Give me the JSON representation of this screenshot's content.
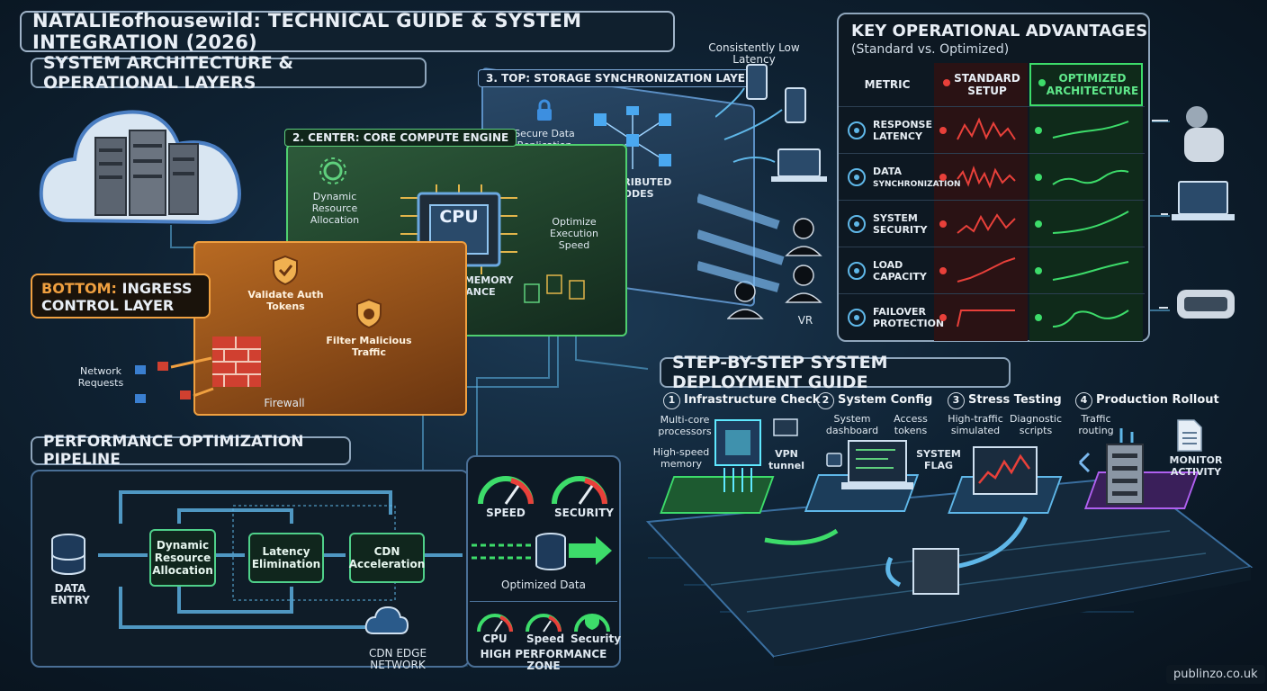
{
  "title": "NATALIEofhousewild: TECHNICAL GUIDE & SYSTEM INTEGRATION (2026)",
  "architecture": {
    "heading": "SYSTEM ARCHITECTURE & OPERATIONAL LAYERS",
    "bottom_layer": {
      "title_prefix": "BOTTOM:",
      "title_rest": " INGRESS",
      "title_line2": "CONTROL LAYER",
      "validate": "Validate Auth Tokens",
      "filter": "Filter Malicious Traffic",
      "firewall": "Firewall",
      "network_requests": "Network Requests"
    },
    "center_layer": {
      "title": "2. CENTER: CORE COMPUTE ENGINE",
      "dynamic": "Dynamic Resource Allocation",
      "cpu": "CPU",
      "optimize": "Optimize Execution Speed",
      "balance": "CPU & MEMORY BALANCE"
    },
    "top_layer": {
      "title": "3. TOP: STORAGE SYNCHRONIZATION LAYER",
      "replication": "Secure Data Replication",
      "nodes": "DISTRIBUTED NODES"
    },
    "low_latency": "Consistently Low Latency",
    "vr": "VR"
  },
  "advantages": {
    "title": "KEY OPERATIONAL ADVANTAGES",
    "subtitle": "(Standard vs. Optimized)",
    "col_metric": "METRIC",
    "col_standard": "STANDARD SETUP",
    "col_optimized": "OPTIMIZED ARCHITECTURE",
    "colors": {
      "standard": "#e8403a",
      "optimized": "#3ddc6a"
    },
    "rows": [
      {
        "icon": "gauge-icon",
        "label1": "RESPONSE",
        "label2": "LATENCY"
      },
      {
        "icon": "sync-icon",
        "label1": "DATA",
        "label2": "SYNCHRONIZATION"
      },
      {
        "icon": "shield-icon",
        "label1": "SYSTEM",
        "label2": "SECURITY"
      },
      {
        "icon": "bar-chart-icon",
        "label1": "LOAD",
        "label2": "CAPACITY"
      },
      {
        "icon": "shield-check-icon",
        "label1": "FAILOVER",
        "label2": "PROTECTION"
      }
    ]
  },
  "pipeline": {
    "heading": "PERFORMANCE OPTIMIZATION PIPELINE",
    "data_entry": "DATA ENTRY",
    "dynamic": "Dynamic Resource Allocation",
    "latency": "Latency Elimination",
    "cdn": "CDN Acceleration",
    "edge": "CDN EDGE NETWORK",
    "speed": "SPEED",
    "security": "SECURITY",
    "optimized_data": "Optimized Data",
    "mini_cpu": "CPU",
    "mini_speed": "Speed",
    "mini_security": "Security",
    "zone": "HIGH PERFORMANCE ZONE"
  },
  "deployment": {
    "heading": "STEP-BY-STEP SYSTEM DEPLOYMENT GUIDE",
    "steps": [
      {
        "num": "1",
        "title": "Infrastructure Check"
      },
      {
        "num": "2",
        "title": "System Config"
      },
      {
        "num": "3",
        "title": "Stress Testing"
      },
      {
        "num": "4",
        "title": "Production Rollout"
      }
    ],
    "multicore": "Multi-core processors",
    "highspeed": "High-speed memory",
    "vpn": "VPN tunnel",
    "dashboard": "System dashboard",
    "access": "Access tokens",
    "flag": "SYSTEM FLAG",
    "hightraffic": "High-traffic simulated",
    "diagnostic": "Diagnostic scripts",
    "traffic": "Traffic routing",
    "monitor": "MONITOR ACTIVITY"
  },
  "watermark": "publinzo.co.uk"
}
